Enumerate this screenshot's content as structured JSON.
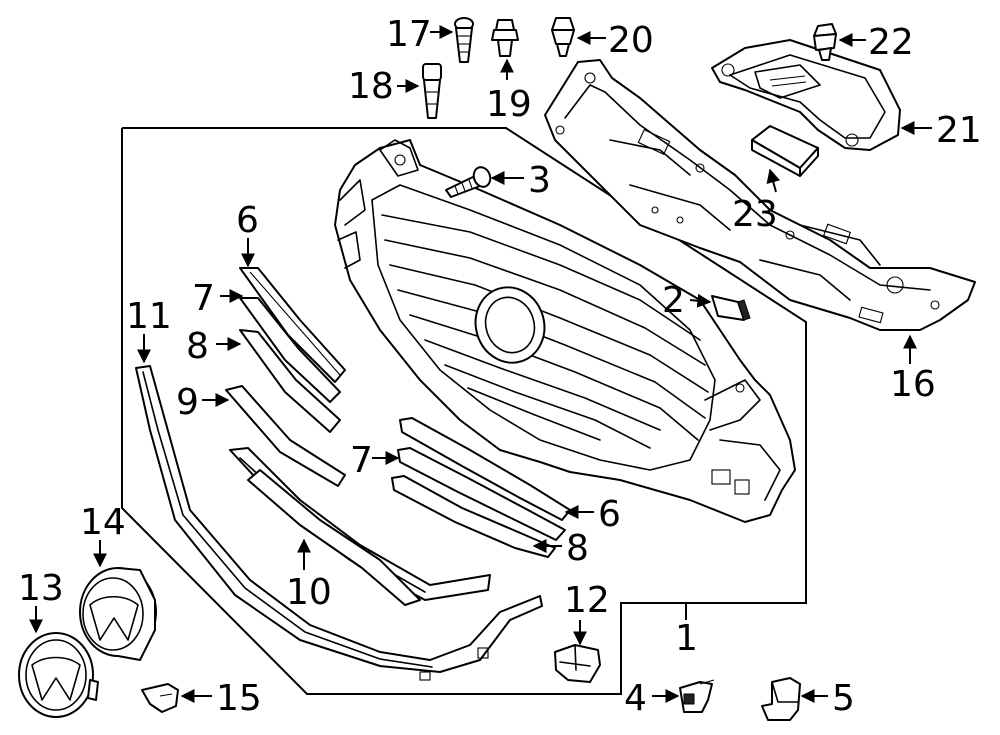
{
  "callouts": [
    {
      "id": "c1",
      "text": "1"
    },
    {
      "id": "c2",
      "text": "2"
    },
    {
      "id": "c3",
      "text": "3"
    },
    {
      "id": "c4",
      "text": "4"
    },
    {
      "id": "c5",
      "text": "5"
    },
    {
      "id": "c6a",
      "text": "6"
    },
    {
      "id": "c6b",
      "text": "6"
    },
    {
      "id": "c7a",
      "text": "7"
    },
    {
      "id": "c7b",
      "text": "7"
    },
    {
      "id": "c8a",
      "text": "8"
    },
    {
      "id": "c8b",
      "text": "8"
    },
    {
      "id": "c9",
      "text": "9"
    },
    {
      "id": "c10",
      "text": "10"
    },
    {
      "id": "c11",
      "text": "11"
    },
    {
      "id": "c12",
      "text": "12"
    },
    {
      "id": "c13",
      "text": "13"
    },
    {
      "id": "c14",
      "text": "14"
    },
    {
      "id": "c15",
      "text": "15"
    },
    {
      "id": "c16",
      "text": "16"
    },
    {
      "id": "c17",
      "text": "17"
    },
    {
      "id": "c18",
      "text": "18"
    },
    {
      "id": "c19",
      "text": "19"
    },
    {
      "id": "c20",
      "text": "20"
    },
    {
      "id": "c21",
      "text": "21"
    },
    {
      "id": "c22",
      "text": "22"
    },
    {
      "id": "c23",
      "text": "23"
    }
  ]
}
